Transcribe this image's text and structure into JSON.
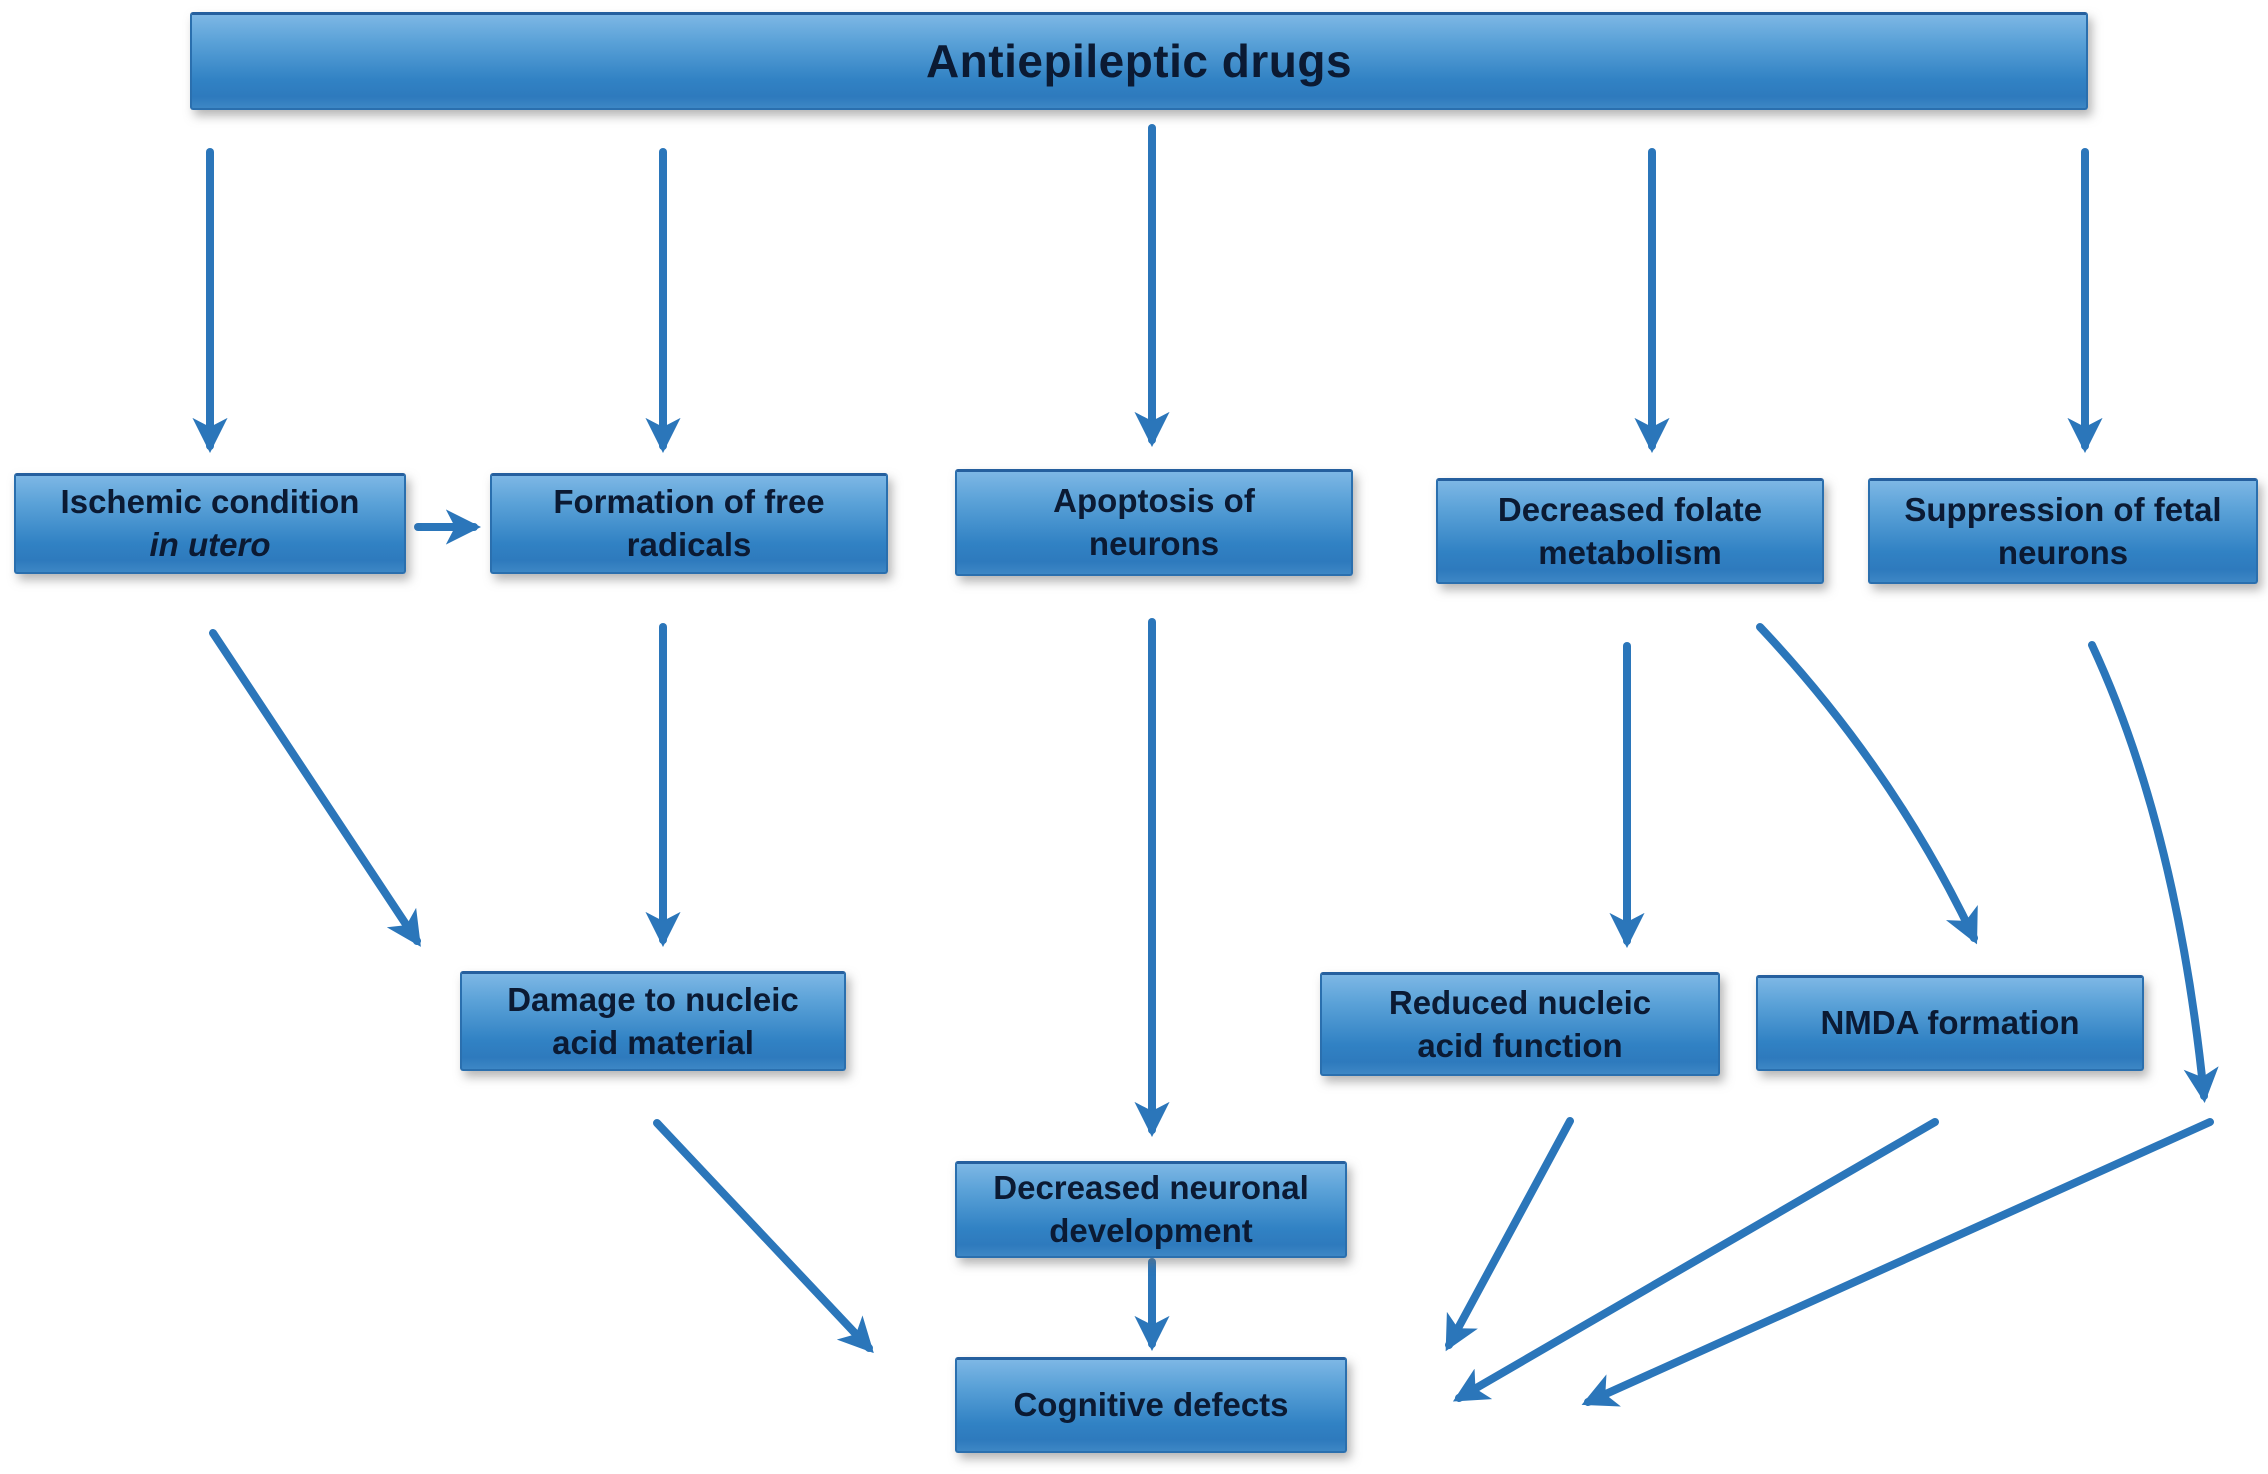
{
  "diagram": {
    "title": "Antiepileptic drugs",
    "type": "flowchart",
    "colors": {
      "box_fill_top": "#7db7e5",
      "box_fill_mid": "#3182c4",
      "box_fill_bottom": "#3d87c5",
      "box_border": "#2a6fae",
      "arrow": "#2b76ba",
      "text": "#0b1a33",
      "background": "#ffffff"
    },
    "nodes": [
      {
        "id": "antiepileptic-drugs",
        "line1": "Antiepileptic drugs"
      },
      {
        "id": "ischemic-condition",
        "line1": "Ischemic condition",
        "line2": "in utero",
        "line2_italic": true
      },
      {
        "id": "free-radicals",
        "line1": "Formation of free",
        "line2": "radicals"
      },
      {
        "id": "apoptosis",
        "line1": "Apoptosis of",
        "line2": "neurons"
      },
      {
        "id": "folate-metabolism",
        "line1": "Decreased folate",
        "line2": "metabolism"
      },
      {
        "id": "suppression-fetal-neurons",
        "line1": "Suppression of fetal",
        "line2": "neurons"
      },
      {
        "id": "damage-nucleic-acid",
        "line1": "Damage to nucleic",
        "line2": "acid material"
      },
      {
        "id": "reduced-nucleic-acid",
        "line1": "Reduced nucleic",
        "line2": "acid function"
      },
      {
        "id": "nmda-formation",
        "line1": "NMDA formation"
      },
      {
        "id": "decreased-neuronal-development",
        "line1": "Decreased neuronal",
        "line2": "development"
      },
      {
        "id": "cognitive-defects",
        "line1": "Cognitive defects"
      }
    ],
    "edges": [
      {
        "from": "Antiepileptic drugs",
        "to": "Ischemic condition in utero"
      },
      {
        "from": "Antiepileptic drugs",
        "to": "Formation of free radicals"
      },
      {
        "from": "Antiepileptic drugs",
        "to": "Apoptosis of neurons"
      },
      {
        "from": "Antiepileptic drugs",
        "to": "Decreased folate metabolism"
      },
      {
        "from": "Antiepileptic drugs",
        "to": "Suppression of fetal neurons"
      },
      {
        "from": "Ischemic condition in utero",
        "to": "Formation of free radicals"
      },
      {
        "from": "Ischemic condition in utero",
        "to": "Damage to nucleic acid material"
      },
      {
        "from": "Formation of free radicals",
        "to": "Damage to nucleic acid material"
      },
      {
        "from": "Apoptosis of neurons",
        "to": "Decreased neuronal development"
      },
      {
        "from": "Decreased folate metabolism",
        "to": "Reduced nucleic acid function"
      },
      {
        "from": "Decreased folate metabolism",
        "to": "NMDA formation"
      },
      {
        "from": "Suppression of fetal neurons",
        "to": "Cognitive defects"
      },
      {
        "from": "Damage to nucleic acid material",
        "to": "Cognitive defects"
      },
      {
        "from": "Decreased neuronal development",
        "to": "Cognitive defects"
      },
      {
        "from": "Reduced nucleic acid function",
        "to": "Cognitive defects"
      },
      {
        "from": "NMDA formation",
        "to": "Cognitive defects"
      }
    ]
  }
}
